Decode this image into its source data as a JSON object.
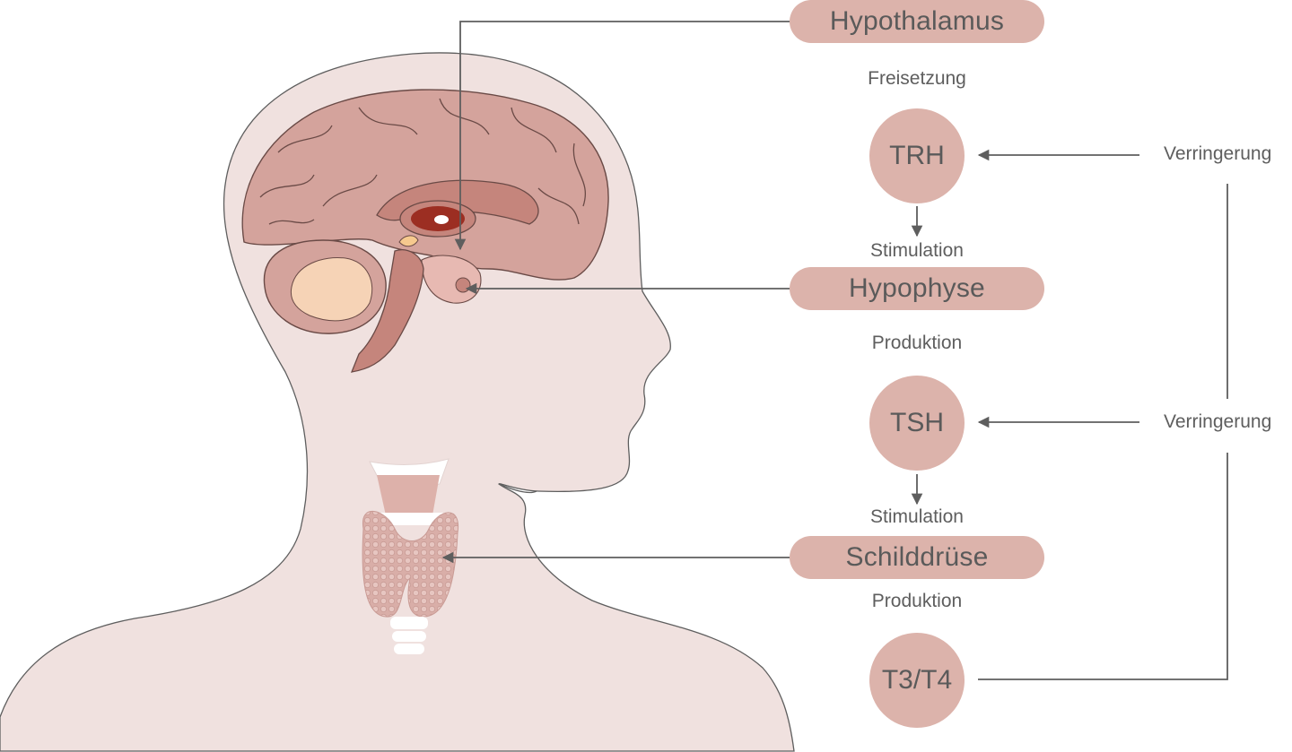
{
  "colors": {
    "node_fill": "#dcb3ab",
    "head_fill": "#f0e1df",
    "outline": "#5e5e5e",
    "arrow": "#5e5e5e",
    "text": "#5a5a5a"
  },
  "organs": {
    "hypothalamus": "Hypothalamus",
    "hypophyse": "Hypophyse",
    "schilddruese": "Schilddrüse"
  },
  "hormones": {
    "trh": "TRH",
    "tsh": "TSH",
    "t3t4": "T3/T4"
  },
  "process_labels": {
    "freisetzung": "Freisetzung",
    "stimulation_1": "Stimulation",
    "produktion_1": "Produktion",
    "stimulation_2": "Stimulation",
    "produktion_2": "Produktion"
  },
  "feedback_labels": {
    "verringerung_1": "Verringerung",
    "verringerung_2": "Verringerung"
  },
  "icons": [
    "head-silhouette",
    "brain-illustration",
    "thyroid-illustration",
    "arrow-head"
  ]
}
